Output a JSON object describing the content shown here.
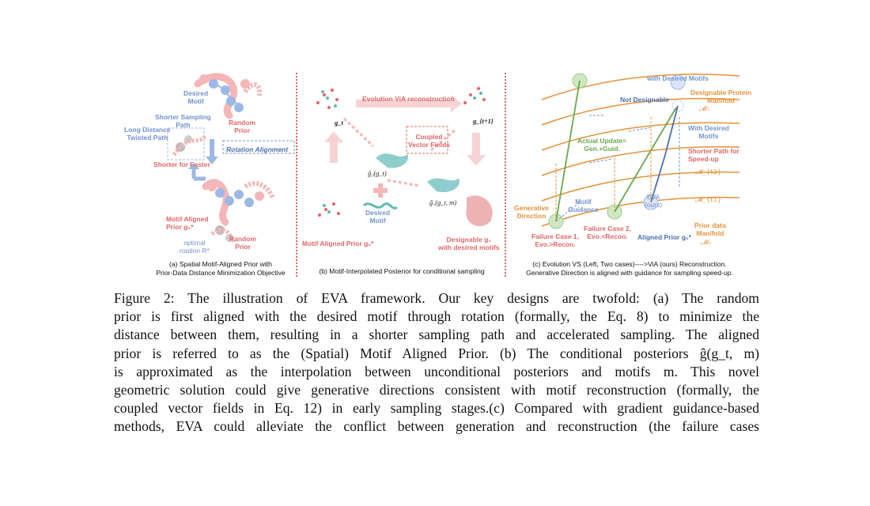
{
  "figure": {
    "panel_a": {
      "labels": {
        "desired_motif": "Desired\nMotif",
        "shorter_sampling_path": "Shorter Sampling\nPath",
        "long_distance": "Long Distance\nTwisted Path",
        "random_prior_top": "Random\nPrior",
        "rotation_alignment": "Rotation Alignment",
        "shorter_for_faster": "Shorter for Faster",
        "motif_aligned_prior": "Motif Aligned\nPrior g₀*",
        "optimal_rotation": "optimal\nroation R*",
        "random_prior_bottom": "Random\nPrior"
      },
      "caption": "(a) Spatial Motif-Aligned Prior with\nPrior-Data Distance Minimization Objective"
    },
    "panel_b": {
      "labels": {
        "evolution": "Evolution ViA reconstruction",
        "g_t": "g_t",
        "g_t1": "g_{t+1}",
        "coupled": "Coupled\nVector Fields",
        "g_hat_gt": "ĝ₁(g_t)",
        "desired_motif": "Desired\nMotif",
        "g_hat_gtm": "ĝ₁(g_t, m)",
        "motif_aligned_prior": "Motif Aligned Prior g₀*",
        "designable": "Designable g₁\nwith desired motifs"
      },
      "caption": "(b) Motif-Interpolated Posterior for conditional sampling"
    },
    "panel_c": {
      "labels": {
        "with_desired_motifs_top": "with Desired Motifs",
        "designable_manifold": "Designable Protein\nManifold",
        "m1": "𝓜₁",
        "not_designable": "Not Designable",
        "with_desired_motifs": "With Desired\nMotifs",
        "shorter_path": "Shorter Path for\nSpeed-up",
        "actual_update": "Actual Update=\nGen.+Guid.",
        "m_t2": "𝓜_{t2}",
        "m_t1": "𝓜_{t1}",
        "generative_direction": "Generative\nDirection",
        "motif_guidance": "Motif\nGuidance",
        "eva_ours": "EVA\n(ours)",
        "failure1": "Failure Case 1,\nEvo.>Recon.",
        "failure2": "Failure Case 2,\nEvo.<Recon.",
        "aligned_prior": "Aligned Prior g₀*",
        "prior_manifold": "Prior data\nManifold",
        "m0": "𝓜₀"
      },
      "caption": "(c) Evolution VS (Left, Two cases)---->ViA (ours) Reconstruction.\nGenerative Direction is aligned with guidance for sampling speed-up."
    }
  },
  "caption_lines": [
    "Figure 2:  The illustration of EVA framework.  Our key designs are twofold: (a) The random",
    "prior is first aligned with the desired motif through rotation (formally, the Eq. 8) to minimize the",
    "distance between them, resulting in a shorter sampling path and accelerated sampling. The aligned",
    "prior is referred to as the (Spatial) Motif Aligned Prior.  (b) The conditional posteriors ĝ(g_t, m)",
    "is approximated as the interpolation between unconditional posteriors and motifs m.  This novel",
    "geometric solution could give generative directions consistent with motif reconstruction (formally, the",
    "coupled vector fields in Eq. 12) in early sampling stages.(c) Compared with gradient guidance-based",
    "methods, EVA could alleviate the conflict between generation and reconstruction (the failure cases"
  ]
}
